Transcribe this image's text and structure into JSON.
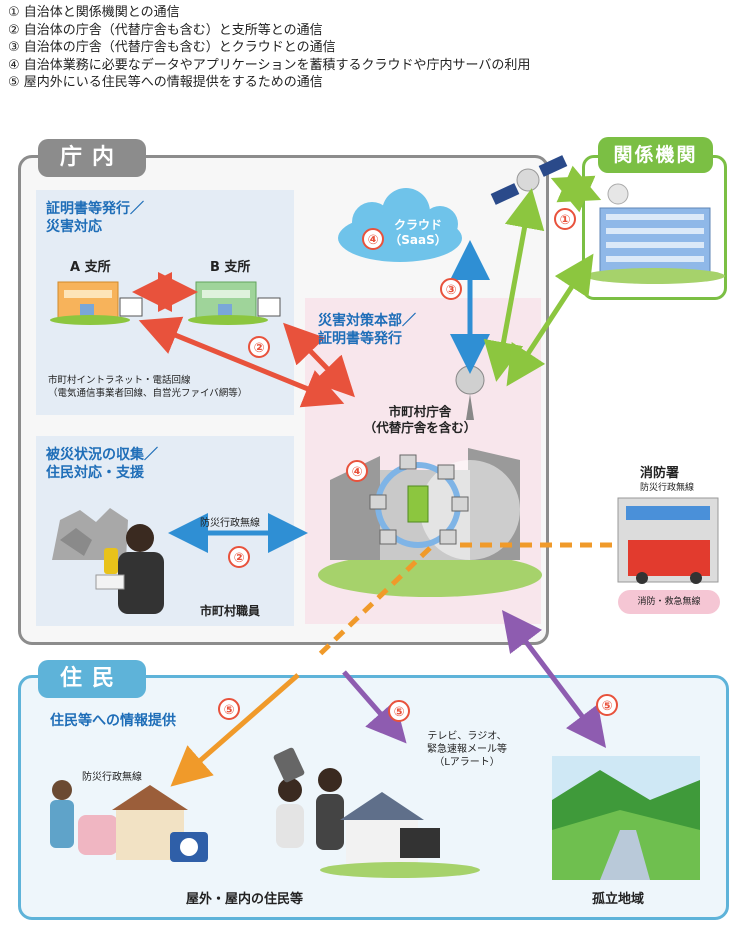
{
  "legend": [
    "① 自治体と関係機関との通信",
    "② 自治体の庁舎（代替庁舎も含む）と支所等との通信",
    "③ 自治体の庁舎（代替庁舎も含む）とクラウドとの通信",
    "④ 自治体業務に必要なデータやアプリケーションを蓄積するクラウドや庁内サーバの利用",
    "⑤ 屋内外にいる住民等への情報提供をするための通信"
  ],
  "chonai": {
    "tab": "庁内",
    "panel1": {
      "title_line1": "証明書等発行／",
      "title_line2": "災害対応",
      "branch_a": "A 支所",
      "branch_b": "B 支所",
      "note_line1": "市町村イントラネット・電話回線",
      "note_line2": "（電気通信事業者回線、自営光ファイバ網等）"
    },
    "panel2": {
      "title_line1": "被災状況の収集／",
      "title_line2": "住民対応・支援",
      "radio_label": "防災行政無線",
      "staff_label": "市町村職員"
    },
    "hq": {
      "title_line1": "災害対策本部／",
      "title_line2": "証明書等発行",
      "office_line1": "市町村庁舎",
      "office_line2": "（代替庁舎を含む）"
    },
    "cloud": {
      "line1": "クラウド",
      "line2": "（SaaS）"
    }
  },
  "kankei": {
    "tab": "関係機関"
  },
  "fire": {
    "title": "消防署",
    "sub": "防災行政無線",
    "pill": "消防・救急無線"
  },
  "jumin": {
    "tab": "住民",
    "title": "住民等への情報提供",
    "radio_label": "防災行政無線",
    "media_line1": "テレビ、ラジオ、",
    "media_line2": "緊急速報メール等",
    "media_line3": "（Lアラート）",
    "residents_label": "屋外・屋内の住民等",
    "isolated_label": "孤立地域"
  },
  "markers": {
    "n1": "①",
    "n2": "②",
    "n3": "③",
    "n4": "④",
    "n5": "⑤"
  },
  "colors": {
    "red_arrow": "#e8523c",
    "green_arrow": "#8cc63f",
    "blue_arrow": "#2f8fd4",
    "purple_arrow": "#8e5cb0",
    "orange_arrow": "#f09a2a",
    "chonai_border": "#8c8c8c",
    "kankei_border": "#7bbf44",
    "jumin_border": "#5eb3d9"
  }
}
